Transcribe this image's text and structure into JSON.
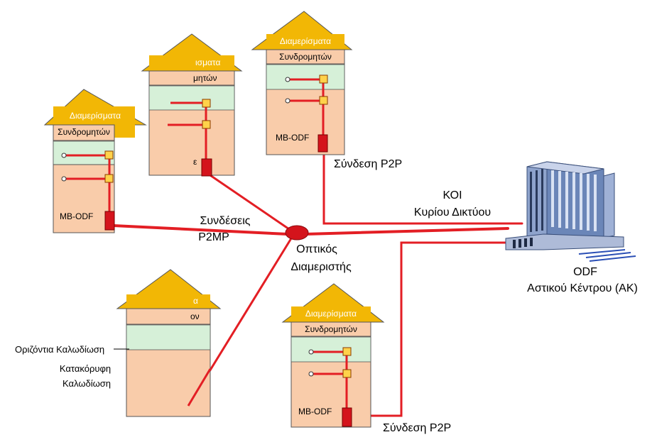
{
  "houses": [
    {
      "id": "left",
      "roof_line1": "Διαμερίσματα",
      "roof_line2": "Συνδρομητών",
      "odf_label": "MB-ODF"
    },
    {
      "id": "mid-top",
      "roof_line1": "ισματα",
      "roof_line2": "μητών",
      "odf_label": "ε"
    },
    {
      "id": "top-right",
      "roof_line1": "Διαμερίσματα",
      "roof_line2": "Συνδρομητών",
      "odf_label": "MB-ODF"
    },
    {
      "id": "bottom-left",
      "roof_line1": "α",
      "roof_line2": "ον",
      "odf_label": ""
    },
    {
      "id": "bottom-right",
      "roof_line1": "Διαμερίσματα",
      "roof_line2": "Συνδρομητών",
      "odf_label": "MB-ODF"
    }
  ],
  "labels": {
    "p2mp_line1": "Συνδέσεις",
    "p2mp_line2": "P2MP",
    "splitter_line1": "Οπτικός",
    "splitter_line2": "Διαμεριστής",
    "p2p_top": "Σύνδεση P2P",
    "p2p_bottom": "Σύνδεση P2P",
    "koi_line1": "ΚΟΙ",
    "koi_line2": "Κυρίου Δικτύου",
    "odf_line1": "ODF",
    "odf_line2": "Αστικού Κέντρου (ΑΚ)",
    "horizontal_cabling": "Οριζόντια Καλωδίωση",
    "vertical_cabling_line1": "Κατακόρυφη",
    "vertical_cabling_line2": "Καλωδίωση"
  },
  "colors": {
    "roof": "#f2b705",
    "floor_green": "#d6f0d8",
    "body_peach": "#f9ccaa",
    "fiber_red": "#e31e24",
    "connector_yellow": "#ffd24a",
    "building_blue": "#6b86b8"
  }
}
